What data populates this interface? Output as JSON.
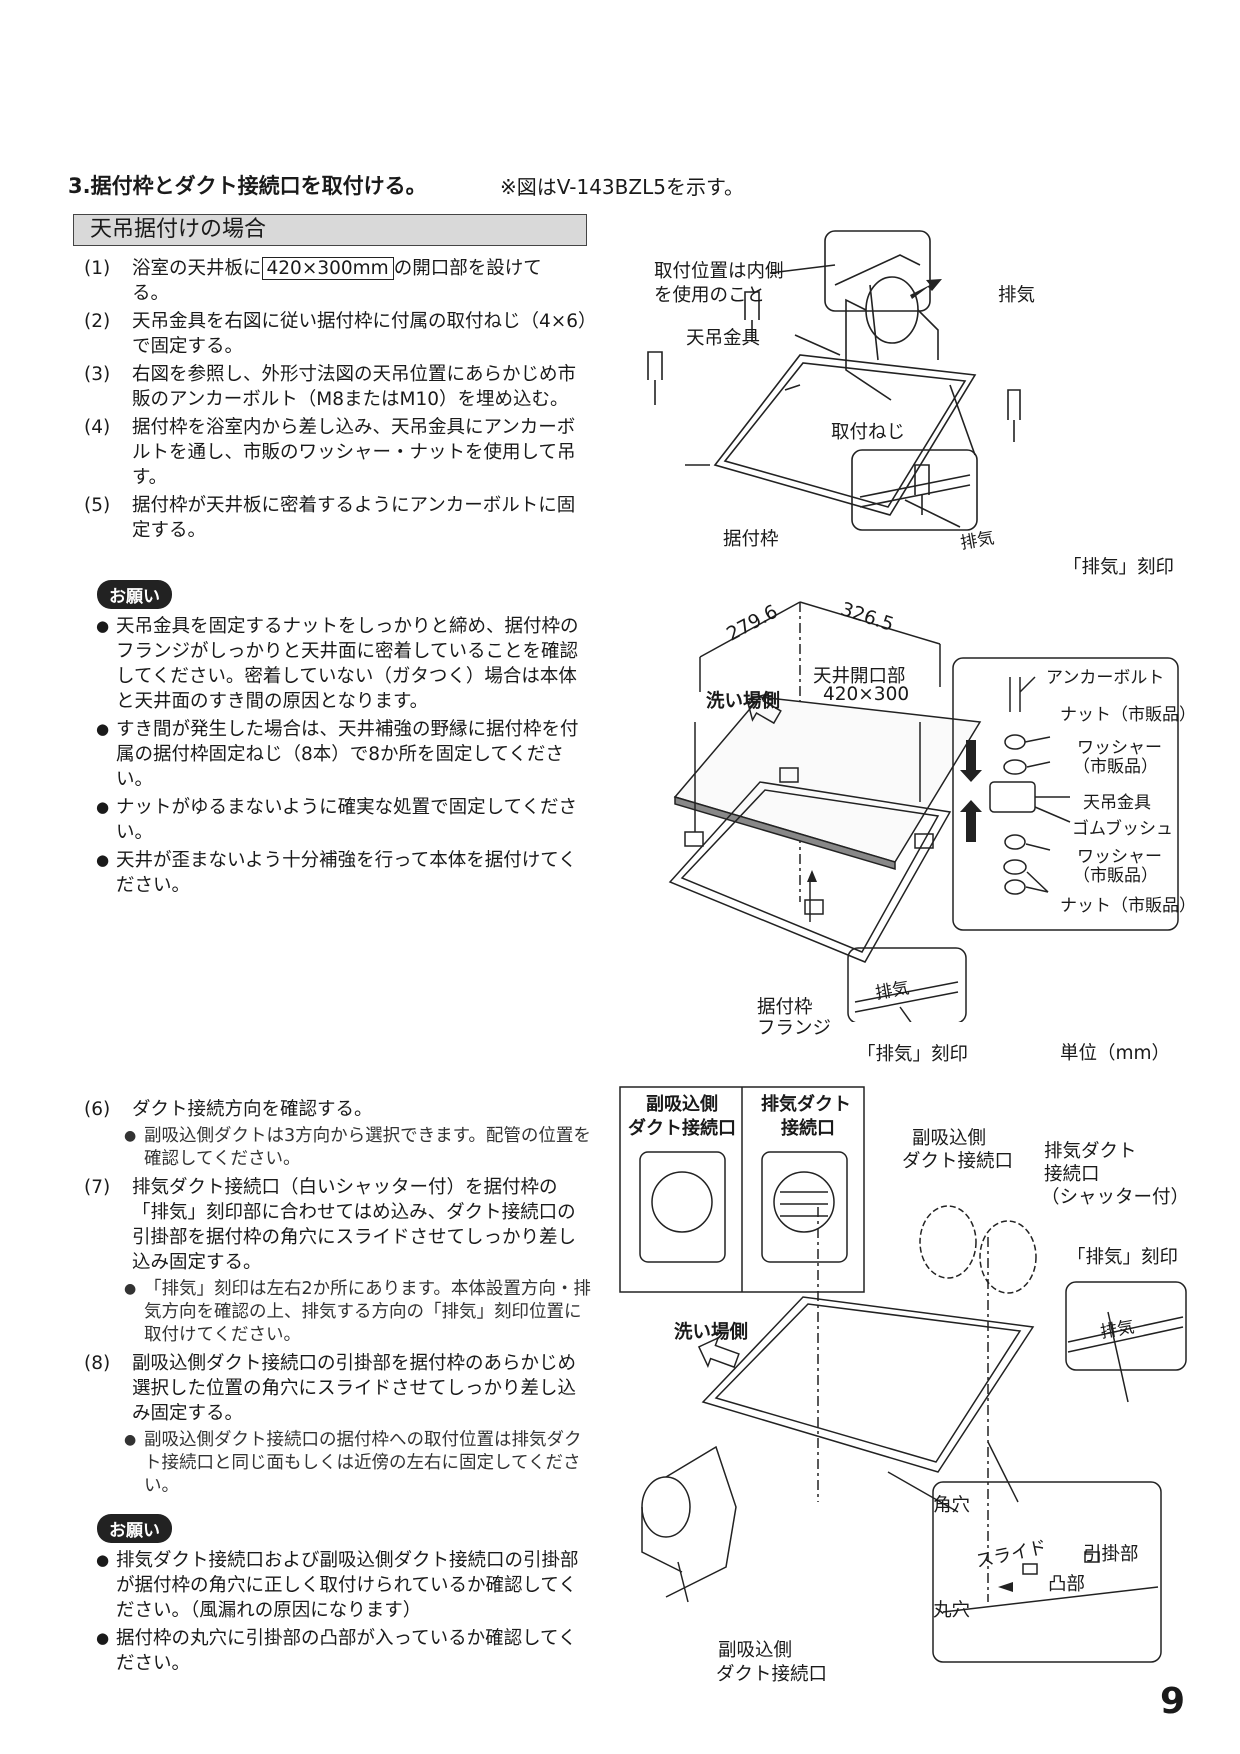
{
  "section_title": "3.据付枠とダクト接続口を取付ける。",
  "section_note": "※図はV-143BZL5を示す。",
  "subheading": "天吊据付けの場合",
  "steps_a": [
    {
      "num": "(1)",
      "pre": "浴室の天井板に",
      "boxed": "420×300mm",
      "post": "の開口部を設けて",
      "cont": "る。"
    },
    {
      "num": "(2)",
      "text": "天吊金具を右図に従い据付枠に付属の取付ねじ（4×6）で固定する。"
    },
    {
      "num": "(3)",
      "text": "右図を参照し、外形寸法図の天吊位置にあらかじめ市販のアンカーボルト（M8またはM10）を埋め込む。"
    },
    {
      "num": "(4)",
      "text": "据付枠を浴室内から差し込み、天吊金具にアンカーボルトを通し、市販のワッシャー・ナットを使用して吊す。"
    },
    {
      "num": "(5)",
      "text": "据付枠が天井板に密着するようにアンカーボルトに固定する。"
    }
  ],
  "onegai_label": "お願い",
  "notes_a": [
    "天吊金具を固定するナットをしっかりと締め、据付枠のフランジがしっかりと天井面に密着していることを確認してください。密着していない（ガタつく）場合は本体と天井面のすき間の原因となります。",
    "すき間が発生した場合は、天井補強の野縁に据付枠を付属の据付枠固定ねじ（8本）で8か所を固定してください。",
    "ナットがゆるまないように確実な処置で固定してください。",
    "天井が歪まないよう十分補強を行って本体を据付けてください。"
  ],
  "steps_b": [
    {
      "num": "(6)",
      "text": "ダクト接続方向を確認する。",
      "sub": [
        "副吸込側ダクトは3方向から選択できます。配管の位置を確認してください。"
      ]
    },
    {
      "num": "(7)",
      "text": "排気ダクト接続口（白いシャッター付）を据付枠の「排気」刻印部に合わせてはめ込み、ダクト接続口の引掛部を据付枠の角穴にスライドさせてしっかり差し込み固定する。",
      "sub": [
        "「排気」刻印は左右2か所にあります。本体設置方向・排気方向を確認の上、排気する方向の「排気」刻印位置に取付けてください。"
      ]
    },
    {
      "num": "(8)",
      "text": "副吸込側ダクト接続口の引掛部を据付枠のあらかじめ選択した位置の角穴にスライドさせてしっかり差し込み固定する。",
      "sub": [
        "副吸込側ダクト接続口の据付枠への取付位置は排気ダクト接続口と同じ面もしくは近傍の左右に固定してください。"
      ]
    }
  ],
  "notes_b": [
    "排気ダクト接続口および副吸込側ダクト接続口の引掛部が据付枠の角穴に正しく取付けられているか確認してください。（風漏れの原因になります）",
    "据付枠の丸穴に引掛部の凸部が入っているか確認してください。"
  ],
  "fig1": {
    "mount_note_1": "取付位置は内側",
    "mount_note_2": "を使用のこと",
    "exhaust": "排気",
    "bracket": "天吊金具",
    "screw": "取付ねじ",
    "frame": "据付枠",
    "stamp_text": "排気",
    "stamp_label": "「排気」刻印"
  },
  "fig2": {
    "dim1": "279.6",
    "dim2": "326.5",
    "opening_1": "天井開口部",
    "opening_2": "420×300",
    "washroom": "洗い場側",
    "anchor": "アンカーボルト",
    "nut": "ナット（市販品）",
    "washer_1": "ワッシャー",
    "washer_2": "（市販品）",
    "bracket": "天吊金具",
    "bushing": "ゴムブッシュ",
    "washer2_1": "ワッシャー",
    "washer2_2": "（市販品）",
    "nut2": "ナット（市販品）",
    "flange_1": "据付枠",
    "flange_2": "フランジ",
    "stamp_text": "排気",
    "stamp_label": "「排気」刻印",
    "unit": "単位（mm）"
  },
  "fig3": {
    "tab1_1": "副吸込側",
    "tab1_2": "ダクト接続口",
    "tab2_1": "排気ダクト",
    "tab2_2": "接続口",
    "sub_duct_1": "副吸込側",
    "sub_duct_2": "ダクト接続口",
    "ex_duct_1": "排気ダクト",
    "ex_duct_2": "接続口",
    "ex_duct_3": "（シャッター付）",
    "stamp_label": "「排気」刻印",
    "stamp_text": "排気",
    "washroom": "洗い場側",
    "square_hole": "角穴",
    "slide": "スライド",
    "hook": "引掛部",
    "boss": "凸部",
    "round_hole": "丸穴",
    "bottom_1": "副吸込側",
    "bottom_2": "ダクト接続口"
  },
  "page_number": "9"
}
